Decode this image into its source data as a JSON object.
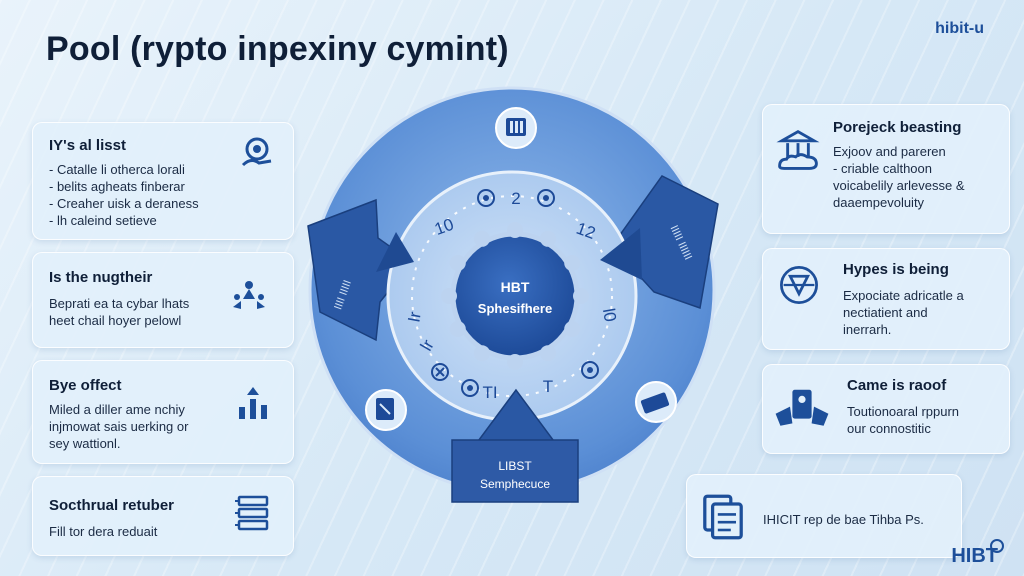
{
  "title": "Pool (rypto inpexiny cymint)",
  "brand_top": "hibit-u",
  "brand_bottom": "HIBT",
  "colors": {
    "accent": "#1d4f9a",
    "dark_blue": "#244a8c",
    "mid_blue": "#5b8fd6",
    "light_blue": "#a9c8ee",
    "card_bg": "#e2f0fb"
  },
  "left_cards": [
    {
      "title": "IY's al lisst",
      "lines": [
        "- Catalle li otherca lorali",
        "- belits agheats finberar",
        "- Creaher uisk a deraness",
        "- lh caleind setieve"
      ],
      "icon": "hand-coin-icon"
    },
    {
      "title": "Is the nugtheir",
      "lines": [
        "Beprati ea ta cybar lhats",
        "heet chail hoyer pelowl"
      ],
      "icon": "people-network-icon"
    },
    {
      "title": "Bye offect",
      "lines": [
        "Miled a diller ame nchiy",
        "injmowat sais uerking or",
        "sey wattionl."
      ],
      "icon": "chart-growth-icon"
    },
    {
      "title": "Socthrual retuber",
      "lines": [
        "Fill tor dera reduait"
      ],
      "icon": "server-stack-icon"
    }
  ],
  "right_cards": [
    {
      "title": "Porejeck beasting",
      "lines": [
        "Exjoov and pareren",
        "- criable calthoon",
        "voicabelily arlevesse &",
        "daaempevoluity"
      ],
      "icon": "bank-cloud-icon"
    },
    {
      "title": "Hypes is being",
      "lines": [
        "Expociate adricatle a",
        "nectiatient and",
        "inerrarh."
      ],
      "icon": "shield-network-icon"
    },
    {
      "title": "Came is raoof",
      "lines": [
        "Toutionoaral rppurn",
        "our connostitic"
      ],
      "icon": "wallet-hands-icon"
    },
    {
      "title": "",
      "lines": [
        "IHICIT rep de bae Tihba Ps."
      ],
      "icon": "documents-icon"
    }
  ],
  "diagram": {
    "center_title": "HBT",
    "center_subtitle": "Sphesifhere",
    "bottom_tab_title": "LIBST",
    "bottom_tab_subtitle": "Semphecuce",
    "left_arrow_text": "IIII IIIII",
    "right_arrow_text": "IIIII IIIIII",
    "ring_labels": [
      "10",
      "2",
      "12",
      "l0",
      "TI",
      "T",
      "Ir",
      "lr"
    ]
  }
}
